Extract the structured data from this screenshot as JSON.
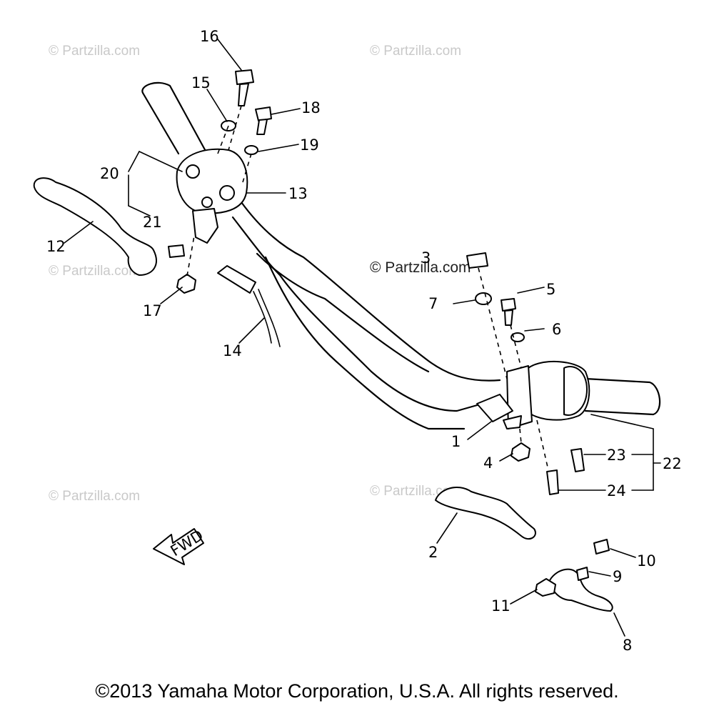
{
  "watermarks": {
    "text": "© Partzilla.com",
    "center_text": "© Partzilla.com"
  },
  "callouts": {
    "c1": "1",
    "c2": "2",
    "c3": "3",
    "c4": "4",
    "c5": "5",
    "c6": "6",
    "c7": "7",
    "c8": "8",
    "c9": "9",
    "c10": "10",
    "c11": "11",
    "c12": "12",
    "c13": "13",
    "c14": "14",
    "c15": "15",
    "c16": "16",
    "c17": "17",
    "c18": "18",
    "c19": "19",
    "c20": "20",
    "c21": "21",
    "c22": "22",
    "c23": "23",
    "c24": "24"
  },
  "fwd_arrow": {
    "label": "FWD"
  },
  "footer": {
    "copyright": "©2013 Yamaha Motor Corporation, U.S.A. All rights reserved."
  }
}
